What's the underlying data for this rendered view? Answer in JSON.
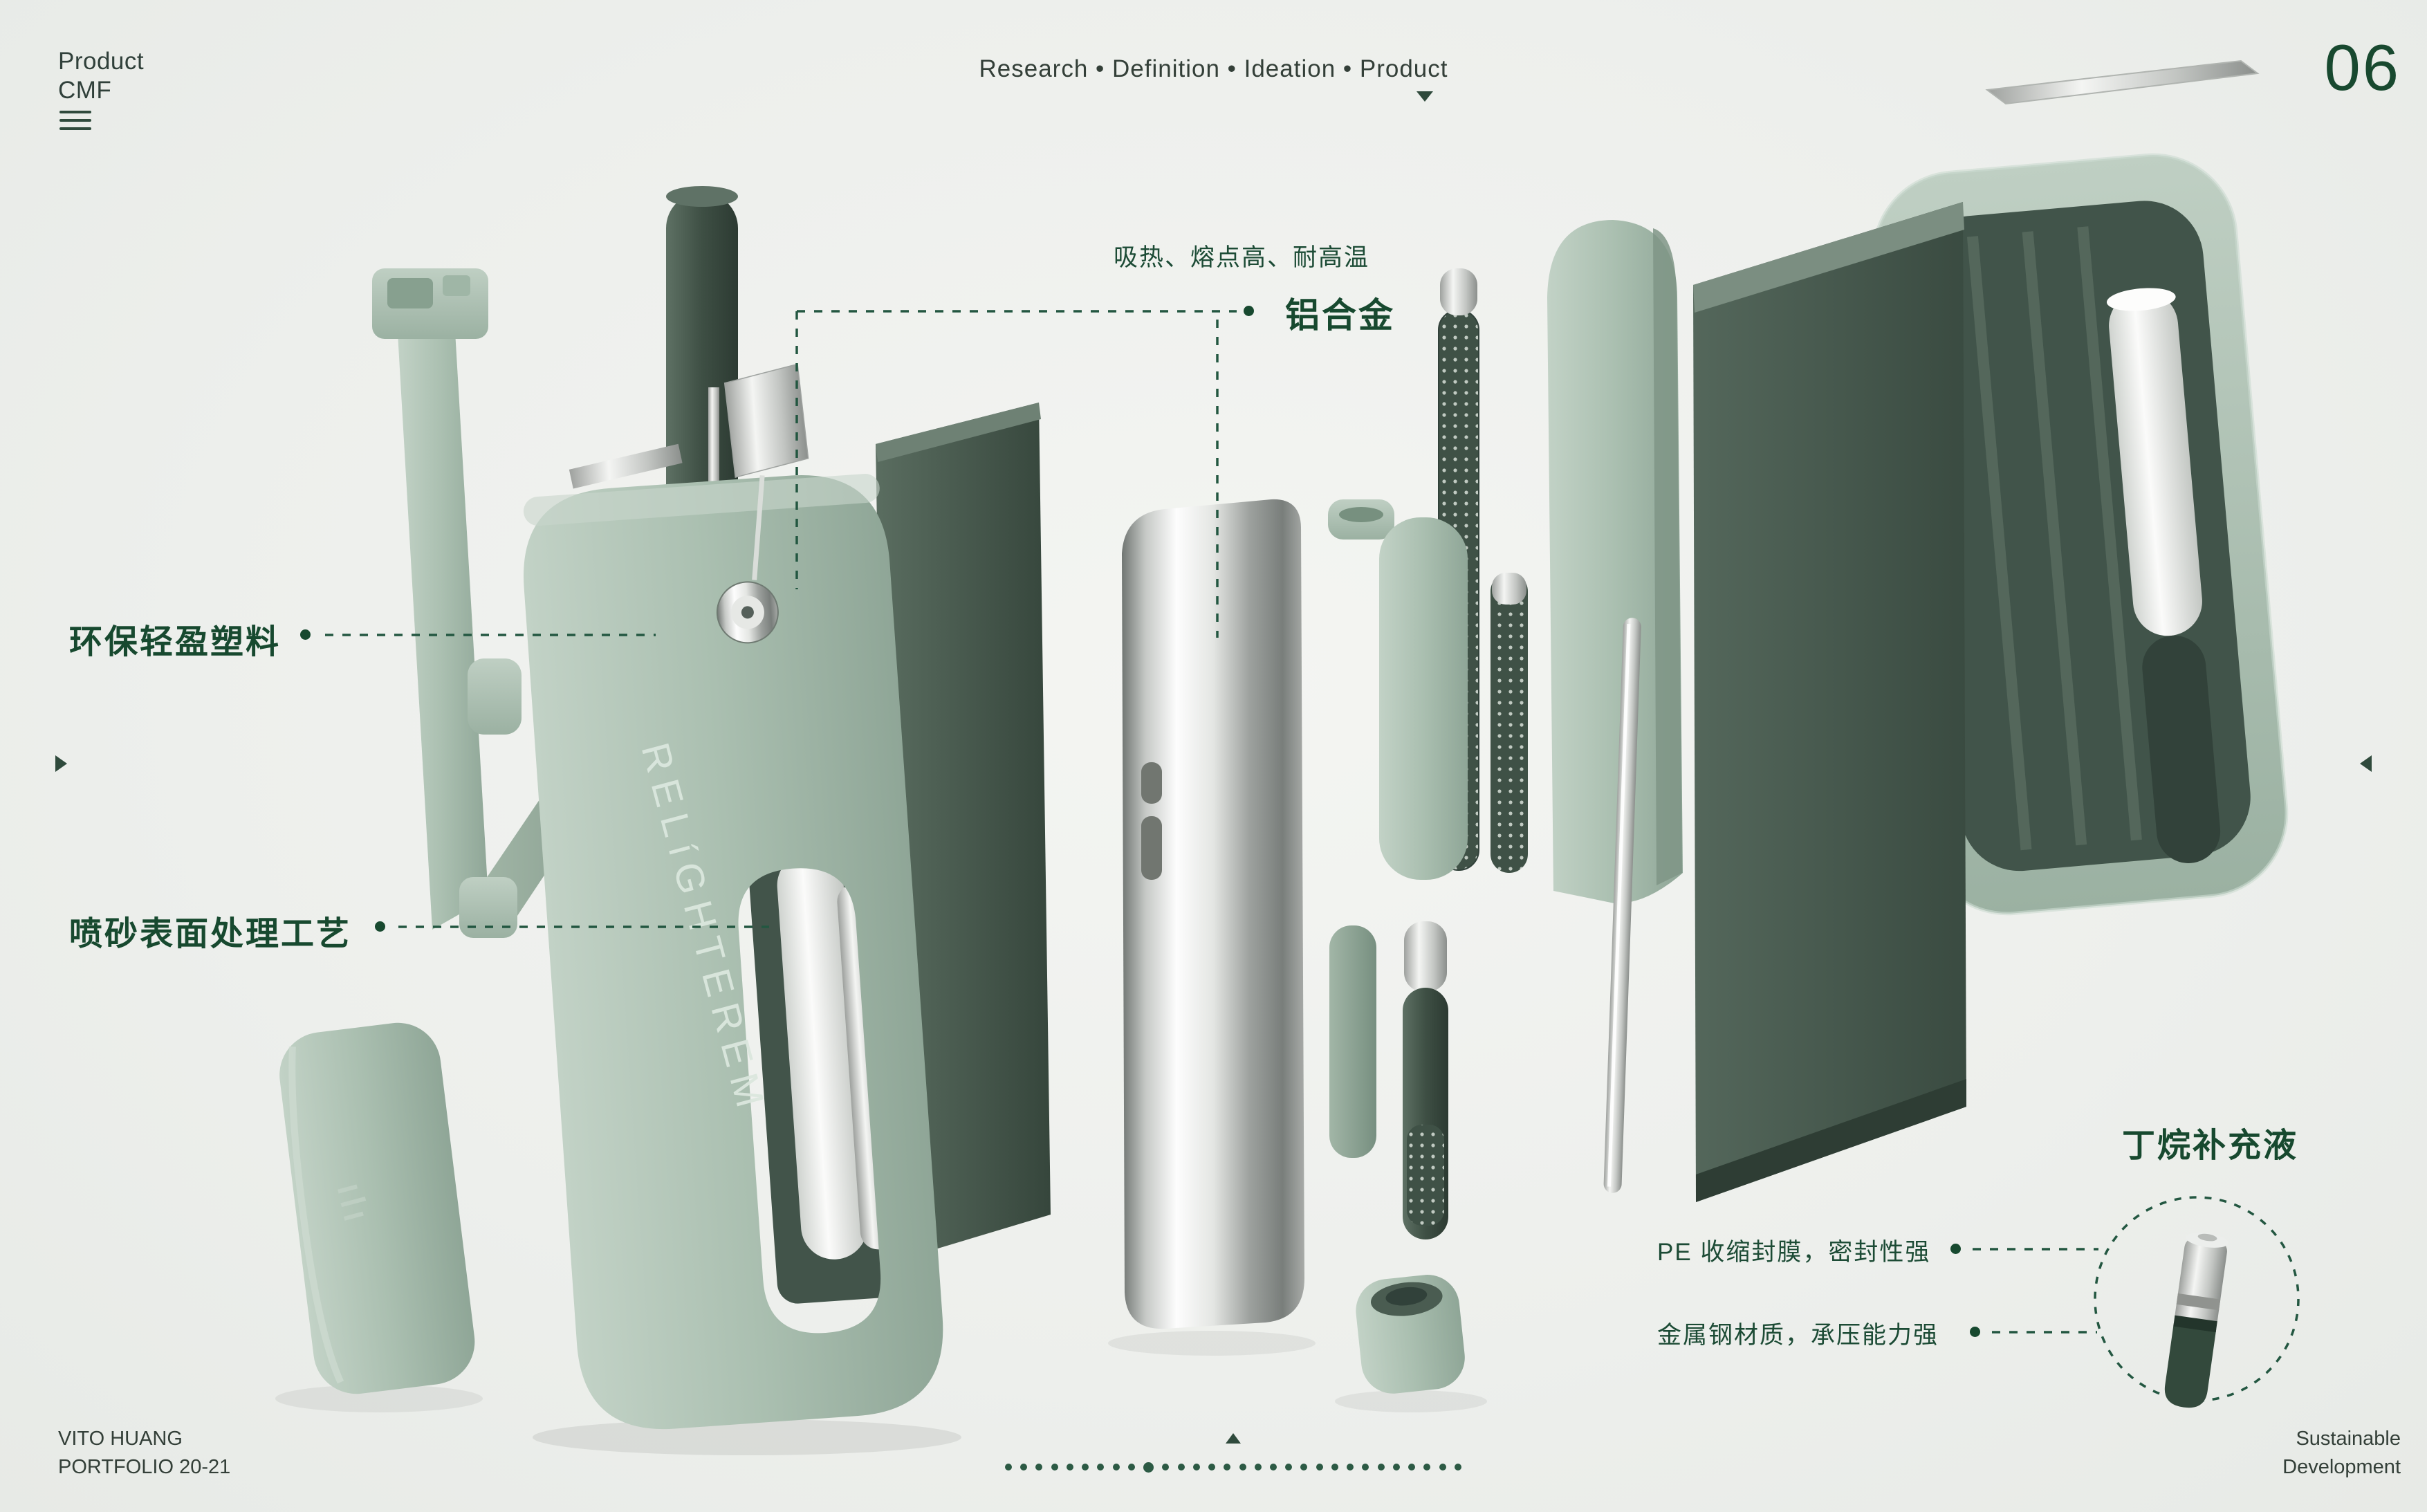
{
  "colors": {
    "background": "#eff1ee",
    "accent_green": "#17492f",
    "sage": "#a9bfb0",
    "dark_panel_green": "#42544a",
    "chrome": "#d9dcda"
  },
  "header": {
    "brand_line1": "Product",
    "brand_line2": "CMF",
    "nav": "Research • Definition • Ideation • Product",
    "page_number": "06"
  },
  "product": {
    "brand_text": "RELíGHTEREM"
  },
  "annotations": {
    "aluminum": {
      "note": "吸热、熔点高、耐高温",
      "label": "铝合金"
    },
    "plastic": {
      "label": "环保轻盈塑料"
    },
    "sandblast": {
      "label": "喷砂表面处理工艺"
    },
    "butane": {
      "label": "丁烷补充液"
    },
    "pe_film": {
      "label": "PE 收缩封膜，密封性强"
    },
    "steel": {
      "label": "金属钢材质，承压能力强"
    }
  },
  "footer": {
    "author_line1": "VITO HUANG",
    "author_line2": "PORTFOLIO 20-21",
    "right_line1": "Sustainable",
    "right_line2": "Development"
  },
  "pagination": {
    "count": 30,
    "active_index": 9
  }
}
